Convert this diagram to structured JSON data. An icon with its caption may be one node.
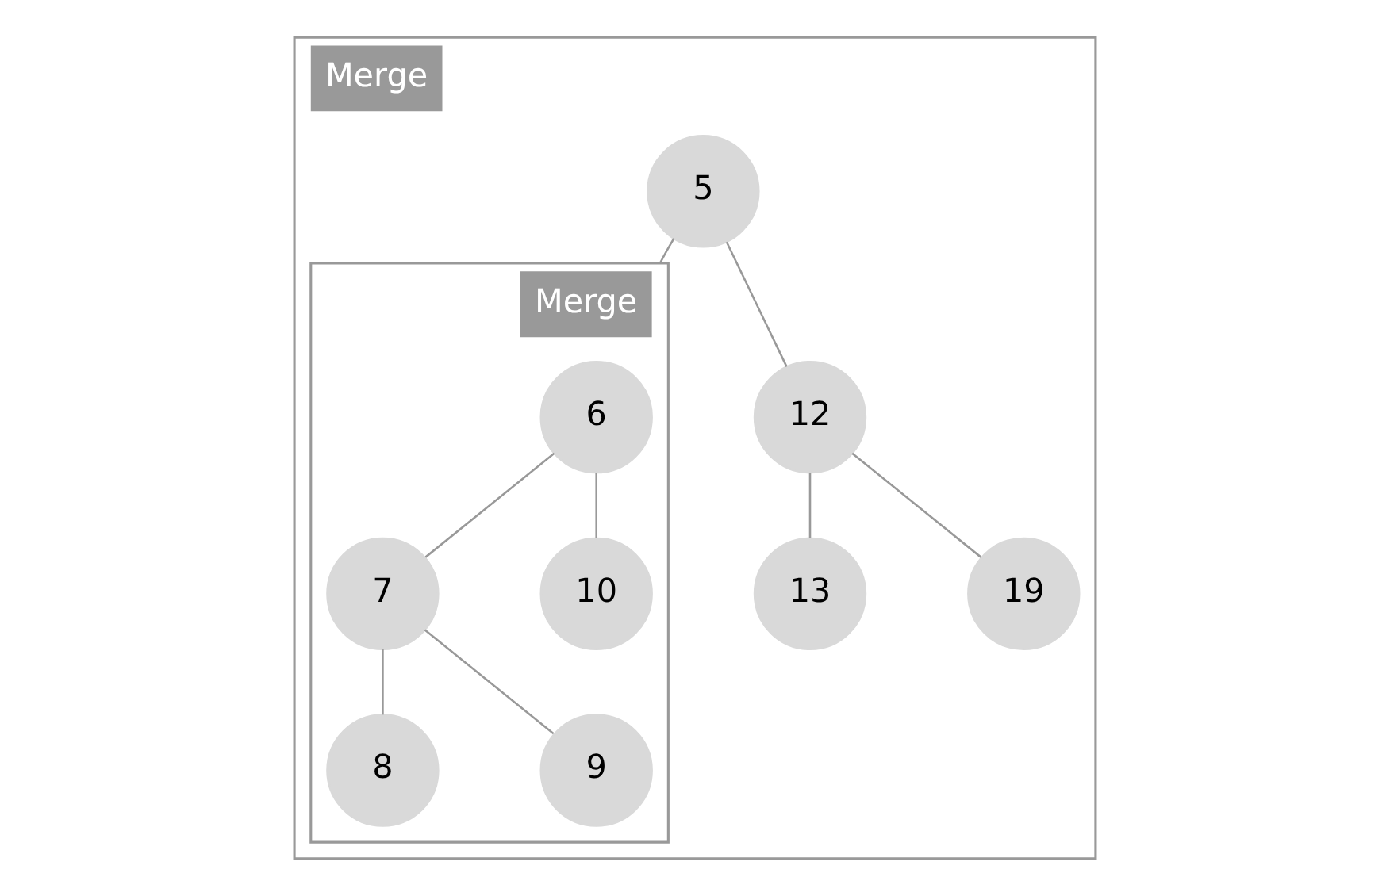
{
  "diagram": {
    "nodes": [
      {
        "text": [
          "Merge"
        ]
      },
      {
        "text": [
          "5"
        ],
        "in": 0
      },
      {
        "text": [
          "Merge"
        ],
        "in": 0
      },
      {
        "text": [
          "6"
        ],
        "in": 2
      },
      {
        "text": [
          "7"
        ],
        "in": 2
      },
      {
        "text": [
          "10"
        ],
        "in": 2
      },
      {
        "text": [
          "8"
        ],
        "in": 2
      },
      {
        "text": [
          "9"
        ],
        "in": 2
      },
      {
        "text": [
          "12"
        ],
        "in": 0
      },
      {
        "text": [
          "13"
        ],
        "in": 0
      },
      {
        "text": [
          "19"
        ],
        "in": 0
      }
    ],
    "edges": [
      {
        "from": 1,
        "to": 2,
        "arrow": "none"
      },
      {
        "from": 1,
        "to": 8,
        "arrow": "none"
      },
      {
        "from": 3,
        "to": 4,
        "arrow": "none"
      },
      {
        "from": 3,
        "to": 5,
        "arrow": "none"
      },
      {
        "from": 4,
        "to": 6,
        "arrow": "none"
      },
      {
        "from": 4,
        "to": 7,
        "arrow": "none"
      },
      {
        "from": 8,
        "to": 9,
        "arrow": "none"
      },
      {
        "from": 8,
        "to": 10,
        "arrow": "none"
      }
    ]
  }
}
